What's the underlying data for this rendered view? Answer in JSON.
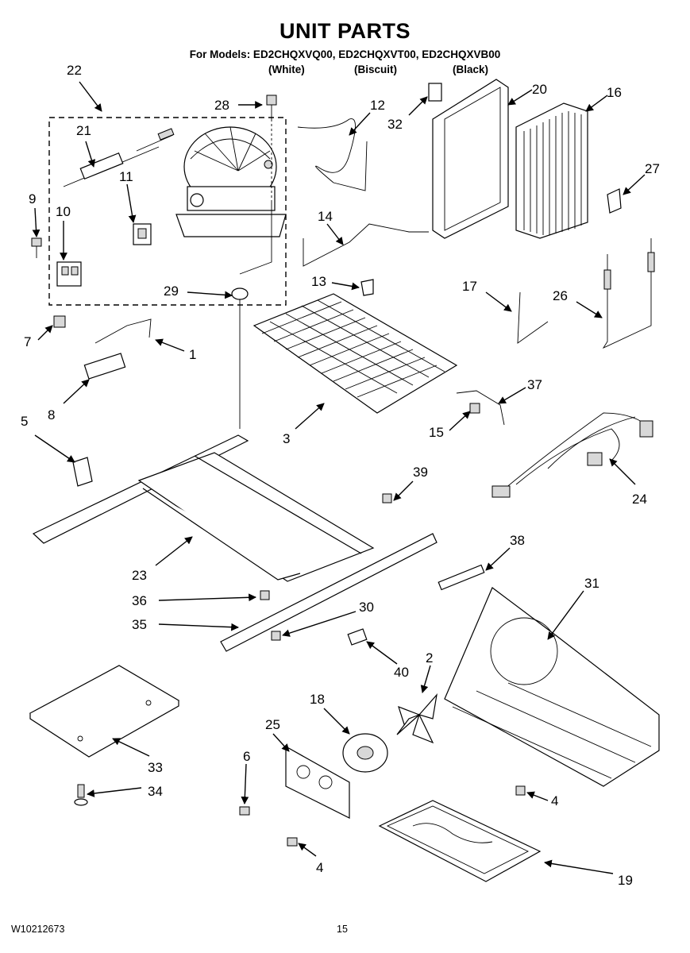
{
  "header": {
    "title": "UNIT PARTS",
    "models_line": "For Models: ED2CHQXVQ00, ED2CHQXVT00, ED2CHQXVB00",
    "variants": [
      "(White)",
      "(Biscuit)",
      "(Black)"
    ]
  },
  "callouts": [
    "22",
    "28",
    "12",
    "32",
    "20",
    "16",
    "21",
    "11",
    "9",
    "10",
    "27",
    "14",
    "29",
    "13",
    "17",
    "26",
    "7",
    "1",
    "8",
    "37",
    "3",
    "15",
    "5",
    "24",
    "39",
    "23",
    "38",
    "31",
    "36",
    "30",
    "35",
    "40",
    "2",
    "18",
    "25",
    "6",
    "33",
    "34",
    "4",
    "19"
  ],
  "footer": {
    "doc_number": "W10212673",
    "page_number": "15"
  }
}
